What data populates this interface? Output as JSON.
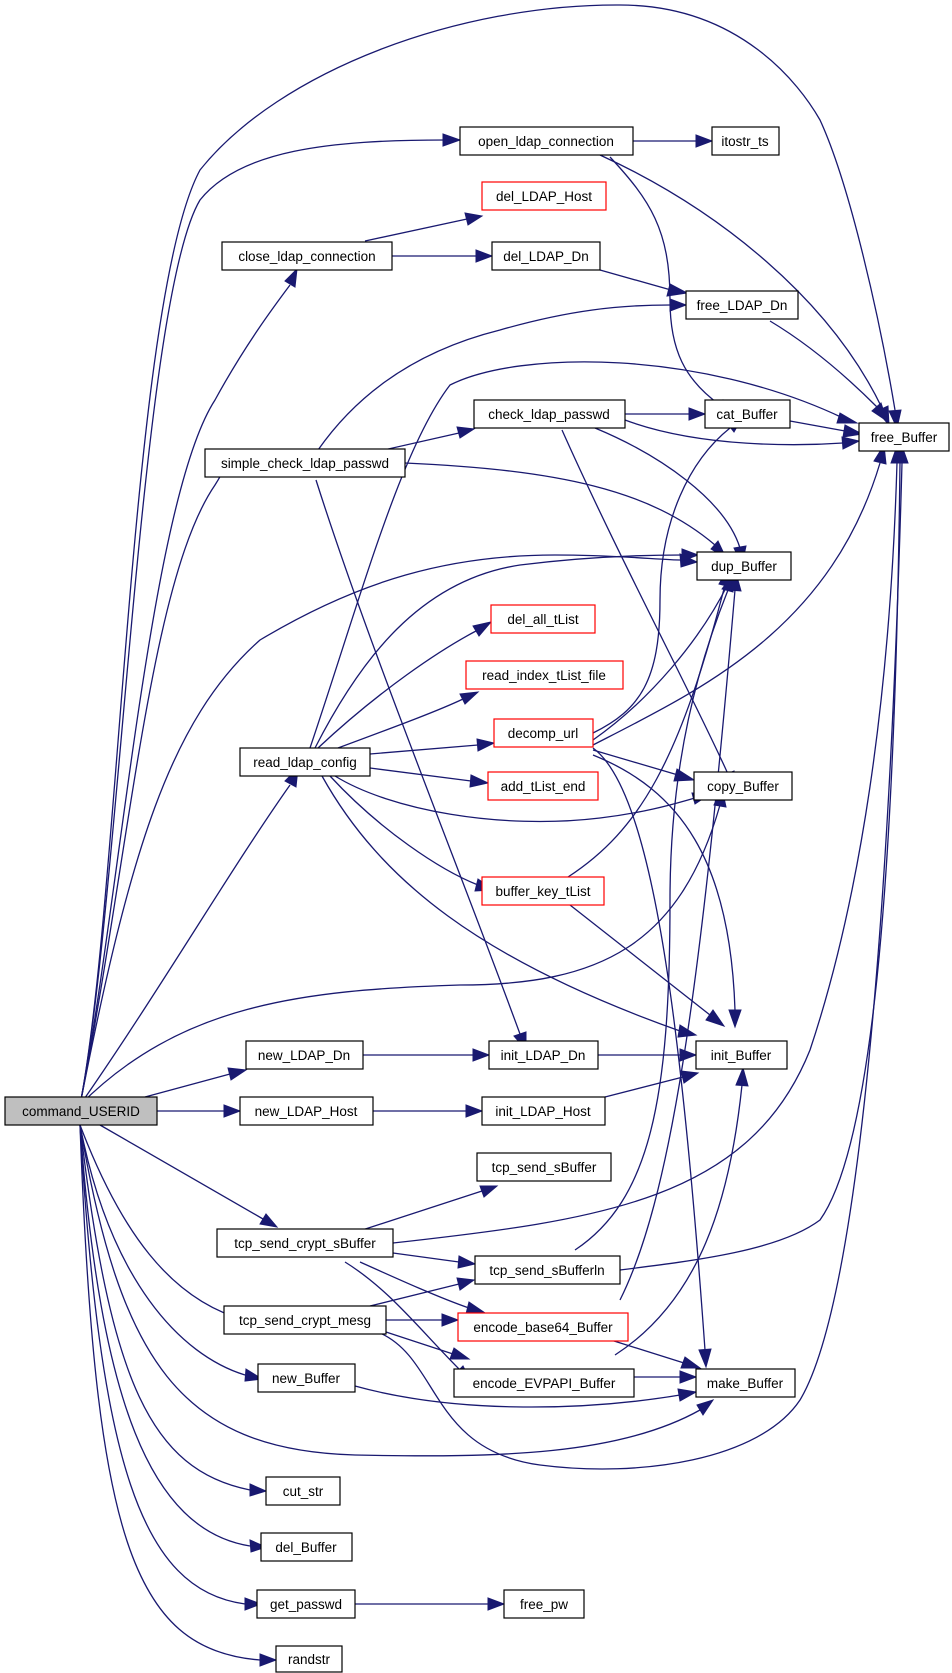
{
  "nodes": {
    "command_USERID": {
      "label": "command_USERID",
      "style": "root"
    },
    "open_ldap_connection": {
      "label": "open_ldap_connection",
      "style": "normal"
    },
    "itostr_ts": {
      "label": "itostr_ts",
      "style": "normal"
    },
    "del_LDAP_Host": {
      "label": "del_LDAP_Host",
      "style": "red"
    },
    "close_ldap_connection": {
      "label": "close_ldap_connection",
      "style": "normal"
    },
    "del_LDAP_Dn": {
      "label": "del_LDAP_Dn",
      "style": "normal"
    },
    "free_LDAP_Dn": {
      "label": "free_LDAP_Dn",
      "style": "normal"
    },
    "check_ldap_passwd": {
      "label": "check_ldap_passwd",
      "style": "normal"
    },
    "cat_Buffer": {
      "label": "cat_Buffer",
      "style": "normal"
    },
    "free_Buffer": {
      "label": "free_Buffer",
      "style": "normal"
    },
    "simple_check_ldap_passwd": {
      "label": "simple_check_ldap_passwd",
      "style": "normal"
    },
    "dup_Buffer": {
      "label": "dup_Buffer",
      "style": "normal"
    },
    "del_all_tList": {
      "label": "del_all_tList",
      "style": "red"
    },
    "read_index_tList_file": {
      "label": "read_index_tList_file",
      "style": "red"
    },
    "read_ldap_config": {
      "label": "read_ldap_config",
      "style": "normal"
    },
    "decomp_url": {
      "label": "decomp_url",
      "style": "red"
    },
    "add_tList_end": {
      "label": "add_tList_end",
      "style": "red"
    },
    "copy_Buffer": {
      "label": "copy_Buffer",
      "style": "normal"
    },
    "buffer_key_tList": {
      "label": "buffer_key_tList",
      "style": "red"
    },
    "new_LDAP_Dn": {
      "label": "new_LDAP_Dn",
      "style": "normal"
    },
    "init_LDAP_Dn": {
      "label": "init_LDAP_Dn",
      "style": "normal"
    },
    "init_Buffer": {
      "label": "init_Buffer",
      "style": "normal"
    },
    "new_LDAP_Host": {
      "label": "new_LDAP_Host",
      "style": "normal"
    },
    "init_LDAP_Host": {
      "label": "init_LDAP_Host",
      "style": "normal"
    },
    "tcp_send_sBuffer": {
      "label": "tcp_send_sBuffer",
      "style": "normal"
    },
    "tcp_send_crypt_sBuffer": {
      "label": "tcp_send_crypt_sBuffer",
      "style": "normal"
    },
    "tcp_send_sBufferln": {
      "label": "tcp_send_sBufferln",
      "style": "normal"
    },
    "tcp_send_crypt_mesg": {
      "label": "tcp_send_crypt_mesg",
      "style": "normal"
    },
    "encode_base64_Buffer": {
      "label": "encode_base64_Buffer",
      "style": "red"
    },
    "new_Buffer": {
      "label": "new_Buffer",
      "style": "normal"
    },
    "encode_EVPAPI_Buffer": {
      "label": "encode_EVPAPI_Buffer",
      "style": "normal"
    },
    "make_Buffer": {
      "label": "make_Buffer",
      "style": "normal"
    },
    "cut_str": {
      "label": "cut_str",
      "style": "normal"
    },
    "del_Buffer": {
      "label": "del_Buffer",
      "style": "normal"
    },
    "get_passwd": {
      "label": "get_passwd",
      "style": "normal"
    },
    "free_pw": {
      "label": "free_pw",
      "style": "normal"
    },
    "randstr": {
      "label": "randstr",
      "style": "normal"
    }
  },
  "colors": {
    "edge": "#191970",
    "root_fill": "#bfbfbf",
    "red_border": "#ff0000",
    "node_border": "#000000"
  }
}
